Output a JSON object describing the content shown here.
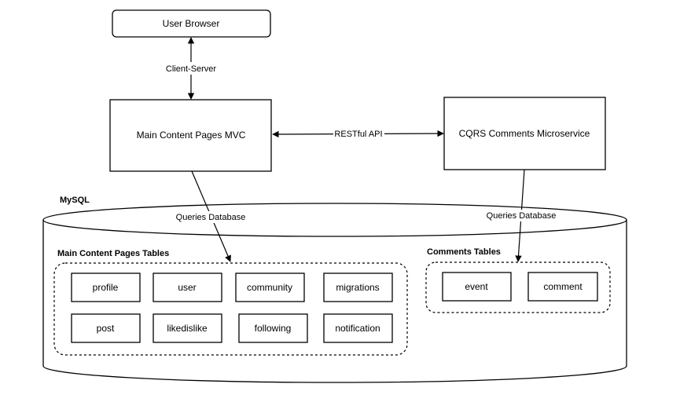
{
  "nodes": {
    "user_browser": "User Browser",
    "main_mvc": "Main Content Pages MVC",
    "cqrs": "CQRS Comments Microservice"
  },
  "database": {
    "label": "MySQL"
  },
  "edges": {
    "client_server": "Client-Server",
    "restful_api": "RESTful API",
    "queries_main": "Queries Database",
    "queries_comments": "Queries Database"
  },
  "groups": {
    "main_tables": {
      "label": "Main Content Pages Tables",
      "tables": [
        "profile",
        "user",
        "community",
        "migrations",
        "post",
        "likedislike",
        "following",
        "notification"
      ]
    },
    "comments_tables": {
      "label": "Comments Tables",
      "tables": [
        "event",
        "comment"
      ]
    }
  }
}
